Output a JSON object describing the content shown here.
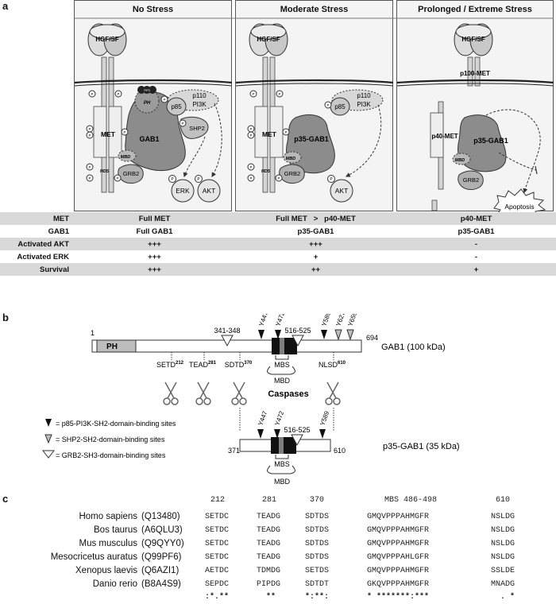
{
  "panel_a": {
    "letter": "a",
    "titles": [
      "No Stress",
      "Moderate Stress",
      "Prolonged / Extreme Stress"
    ],
    "labels": {
      "hgf": "HGF/SF",
      "met": "MET",
      "gab1": "GAB1",
      "p35gab1": "p35-GAB1",
      "p40met": "p40-MET",
      "p100met": "p100-MET",
      "p85": "p85",
      "p110": "p110",
      "pi3k": "PI3K",
      "shp2": "SHP2",
      "grb2": "GRB2",
      "mbd": "MBD",
      "mds": "MDS",
      "ph": "PH",
      "pip3": "PIP3",
      "erk": "ERK",
      "akt": "AKT",
      "apoptosis": "Apoptosis",
      "p": "P"
    },
    "table": {
      "rows": [
        {
          "header": "MET",
          "cells": [
            "Full MET",
            "Full MET   >   p40-MET",
            "p40-MET"
          ]
        },
        {
          "header": "GAB1",
          "cells": [
            "Full GAB1",
            "p35-GAB1",
            "p35-GAB1"
          ]
        },
        {
          "header": "Activated AKT",
          "cells": [
            "+++",
            "+++",
            "-"
          ]
        },
        {
          "header": "Activated ERK",
          "cells": [
            "+++",
            "+",
            "-"
          ]
        },
        {
          "header": "Survival",
          "cells": [
            "+++",
            "++",
            "+"
          ]
        }
      ]
    }
  },
  "panel_b": {
    "letter": "b",
    "full": {
      "start": "1",
      "end": "694",
      "name": "GAB1 (100 kDa)",
      "ph": "PH",
      "range1": "341-348",
      "range2": "516-525",
      "tyr": [
        "Y447",
        "Y472",
        "Y589",
        "Y627",
        "Y659"
      ],
      "mbs": "MBS",
      "mbd": "MBD",
      "sites": [
        {
          "pre": "SETD",
          "sup": "212"
        },
        {
          "pre": "TEAD",
          "sup": "281"
        },
        {
          "pre": "SDTD",
          "sup": "370"
        },
        {
          "pre": "NLSD",
          "sup": "610"
        }
      ]
    },
    "caspases": "Caspases",
    "legend": [
      "= p85-PI3K-SH2-domain-binding sites",
      "= SHP2-SH2-domain-binding sites",
      "= GRB2-SH3-domain-binding sites"
    ],
    "fragment": {
      "start": "371",
      "end": "610",
      "name": "p35-GAB1 (35 kDa)",
      "range": "516-525",
      "tyr": [
        "Y447",
        "Y472",
        "Y589"
      ],
      "mbs": "MBS",
      "mbd": "MBD"
    }
  },
  "panel_c": {
    "letter": "c",
    "columns": [
      "212",
      "281",
      "370",
      "MBS 486-498",
      "610"
    ],
    "rows": [
      {
        "species": "Homo sapiens",
        "acc": "(Q13480)",
        "s1": "SETDC",
        "s2": "TEADG",
        "s3": "SDTDS",
        "s4": "GMQVPPPAHMGFR",
        "s5": "NSLDG"
      },
      {
        "species": "Bos taurus",
        "acc": "(A6QLU3)",
        "s1": "SETDC",
        "s2": "TEADG",
        "s3": "SDTDS",
        "s4": "GMQVPPPAHMGFR",
        "s5": "NSLDG"
      },
      {
        "species": "Mus musculus",
        "acc": "(Q9QYY0)",
        "s1": "SETDC",
        "s2": "TEADG",
        "s3": "SDTDS",
        "s4": "GMQVPPPAHMGFR",
        "s5": "NSLDG"
      },
      {
        "species": "Mesocricetus auratus",
        "acc": "(Q99PF6)",
        "s1": "SETDC",
        "s2": "TEADG",
        "s3": "SDTDS",
        "s4": "GMQVPPPAHLGFR",
        "s5": "NSLDG"
      },
      {
        "species": "Xenopus laevis",
        "acc": "(Q6AZI1)",
        "s1": "AETDC",
        "s2": "TDMDG",
        "s3": "SETDS",
        "s4": "GMQVPPPAHMGFR",
        "s5": "SSLDE"
      },
      {
        "species": "Danio rerio",
        "acc": "(B8A4S9)",
        "s1": "SEPDC",
        "s2": "PIPDG",
        "s3": "SDTDT",
        "s4": "GKQVPPPAHMGFR",
        "s5": "MNADG"
      }
    ],
    "consensus": {
      "s1": ":*.**",
      "s2": "  **",
      "s3": "*:**:",
      "s4": "* *******:***",
      "s5": "  . *"
    }
  },
  "colors": {
    "protein": "#8c8c8c",
    "membrane": "#333333",
    "met": "#d4d4d4",
    "fill_light": "#e6e6e6"
  }
}
